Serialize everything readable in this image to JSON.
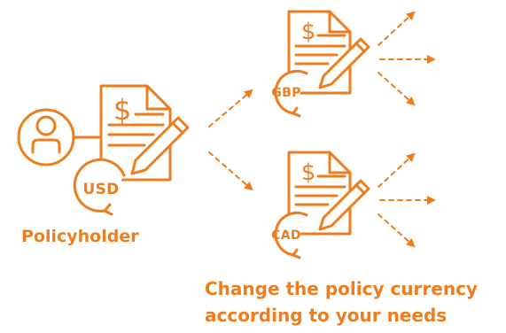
{
  "diagram": {
    "accent_color": "#EE7D1E",
    "original": {
      "owner_label": "Policyholder",
      "currency": "USD",
      "document_symbol": "$"
    },
    "converted": [
      {
        "currency": "GBP",
        "document_symbol": "$"
      },
      {
        "currency": "CAD",
        "document_symbol": "$"
      }
    ],
    "caption_lines": [
      "Change the policy currency",
      "according to your needs"
    ],
    "icons": [
      "person-icon",
      "policy-document-icon",
      "pen-icon",
      "cycle-arrow-icon",
      "dashed-arrow-icon"
    ]
  }
}
